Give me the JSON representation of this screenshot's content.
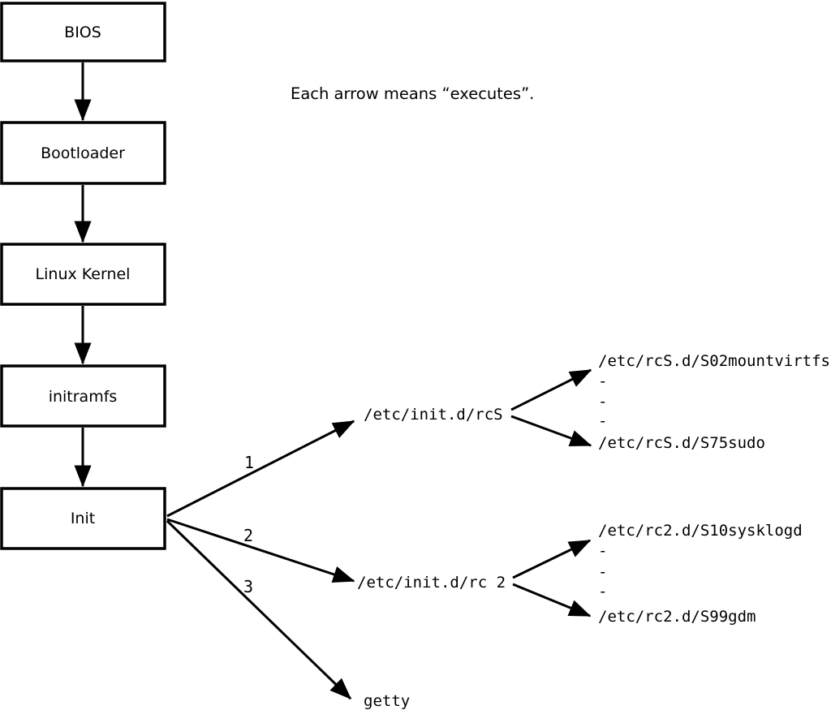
{
  "annotation": {
    "text": "Each arrow means “executes”."
  },
  "flow": {
    "boxes": [
      {
        "label": "BIOS"
      },
      {
        "label": "Bootloader"
      },
      {
        "label": "Linux Kernel"
      },
      {
        "label": "initramfs"
      },
      {
        "label": "Init"
      }
    ]
  },
  "init_edges": [
    {
      "label": "1",
      "target": "/etc/init.d/rcS"
    },
    {
      "label": "2",
      "target": "/etc/init.d/rc 2"
    },
    {
      "label": "3",
      "target": "getty"
    }
  ],
  "rcS_scripts": {
    "items": [
      "/etc/rcS.d/S02mountvirtfs",
      "-",
      "-",
      "-",
      "/etc/rcS.d/S75sudo"
    ]
  },
  "rc2_scripts": {
    "items": [
      "/etc/rc2.d/S10sysklogd",
      "-",
      "-",
      "-",
      "/etc/rc2.d/S99gdm"
    ]
  },
  "colors": {
    "line": "#000000",
    "box_fill": "#ffffff",
    "background": "#ffffff"
  }
}
